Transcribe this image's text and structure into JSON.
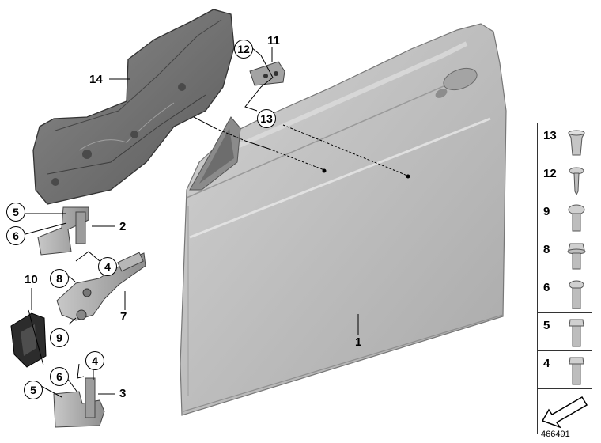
{
  "callouts": {
    "c1": "1",
    "c2": "2",
    "c3": "3",
    "c4a": "4",
    "c4b": "4",
    "c5a": "5",
    "c5b": "5",
    "c6a": "6",
    "c6b": "6",
    "c7": "7",
    "c8": "8",
    "c9": "9",
    "c10": "10",
    "c11": "11",
    "c12": "12",
    "c13": "13",
    "c14": "14"
  },
  "legend": {
    "rows": [
      {
        "number": "13",
        "icon": "expanding-nut-icon"
      },
      {
        "number": "12",
        "icon": "screw-icon"
      },
      {
        "number": "9",
        "icon": "torx-bolt-icon"
      },
      {
        "number": "8",
        "icon": "collar-bolt-icon"
      },
      {
        "number": "6",
        "icon": "torx-bolt-icon"
      },
      {
        "number": "5",
        "icon": "hex-bolt-icon"
      },
      {
        "number": "4",
        "icon": "hex-bolt-icon"
      }
    ],
    "last_icon": "direction-arrow-icon"
  },
  "reference": "466491"
}
